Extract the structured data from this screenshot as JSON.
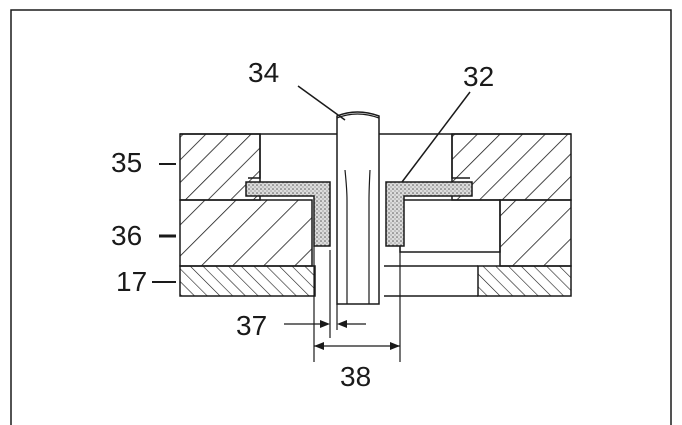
{
  "labels": {
    "l34": "34",
    "l32": "32",
    "l35": "35",
    "l36": "36",
    "l17": "17",
    "l37": "37",
    "l38": "38"
  },
  "colors": {
    "line": "#1a1a1a",
    "background": "#ffffff",
    "seal_fill": "#d0d0d0"
  }
}
